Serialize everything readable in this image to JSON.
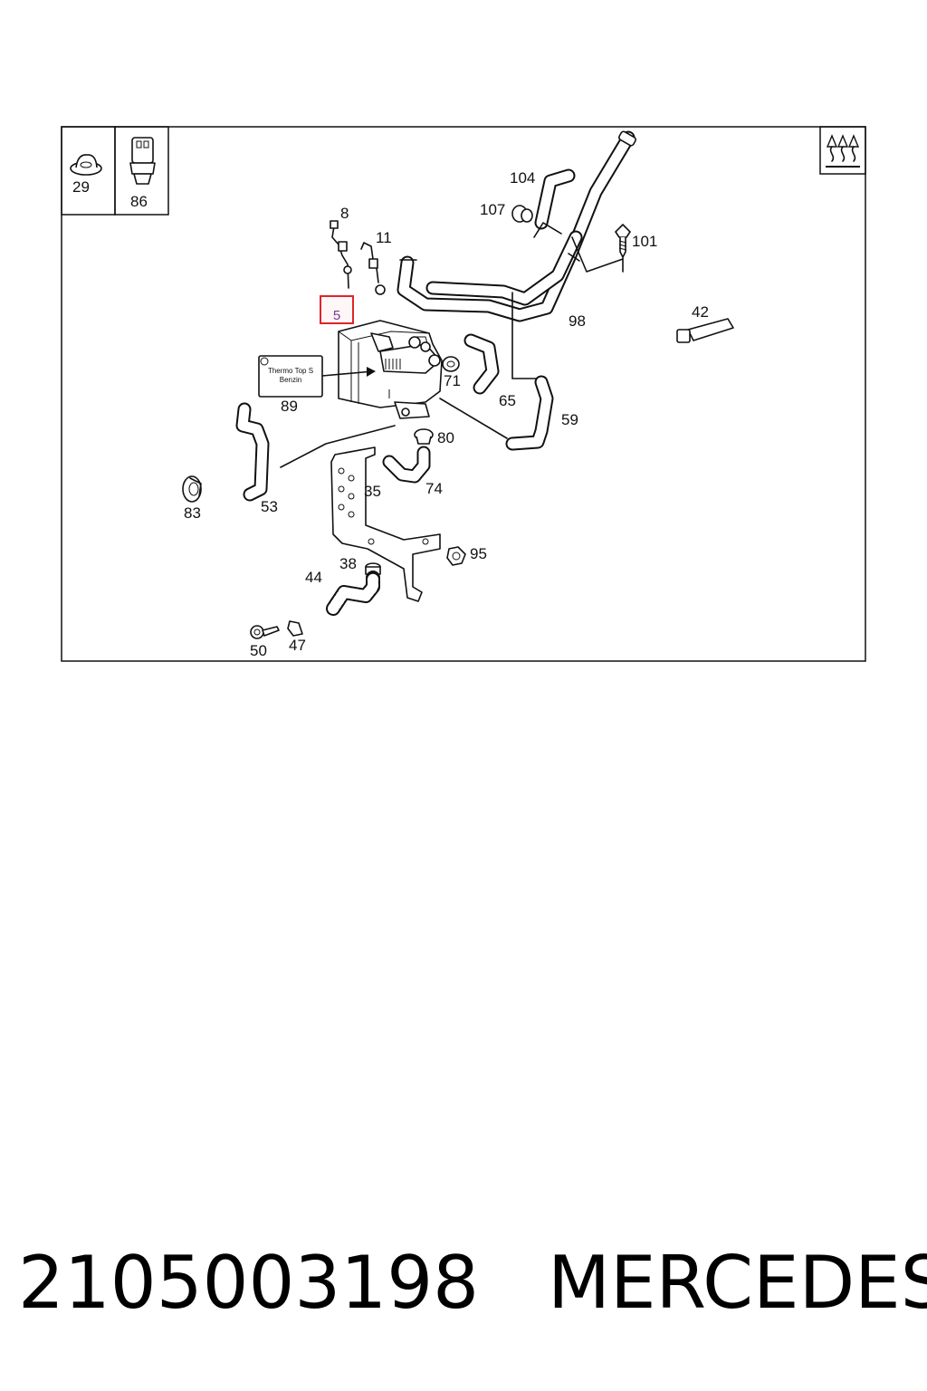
{
  "diagram": {
    "labels": {
      "p29": "29",
      "p86": "86",
      "p8": "8",
      "p11": "11",
      "p5": "5",
      "p104": "104",
      "p107": "107",
      "p101": "101",
      "p98": "98",
      "p42": "42",
      "p71": "71",
      "p65": "65",
      "p59": "59",
      "p89": "89",
      "p80": "80",
      "p74": "74",
      "p35": "35",
      "p53": "53",
      "p83": "83",
      "p95": "95",
      "p38": "38",
      "p44": "44",
      "p50": "50",
      "p47": "47"
    },
    "plate_text": [
      "Thermo Top S",
      "Benzin"
    ],
    "highlighted_part": "5",
    "highlight_color": "#e0242a",
    "line_color": "#111111"
  },
  "caption": {
    "part_number": "2105003198",
    "brand": "MERCEDES"
  }
}
